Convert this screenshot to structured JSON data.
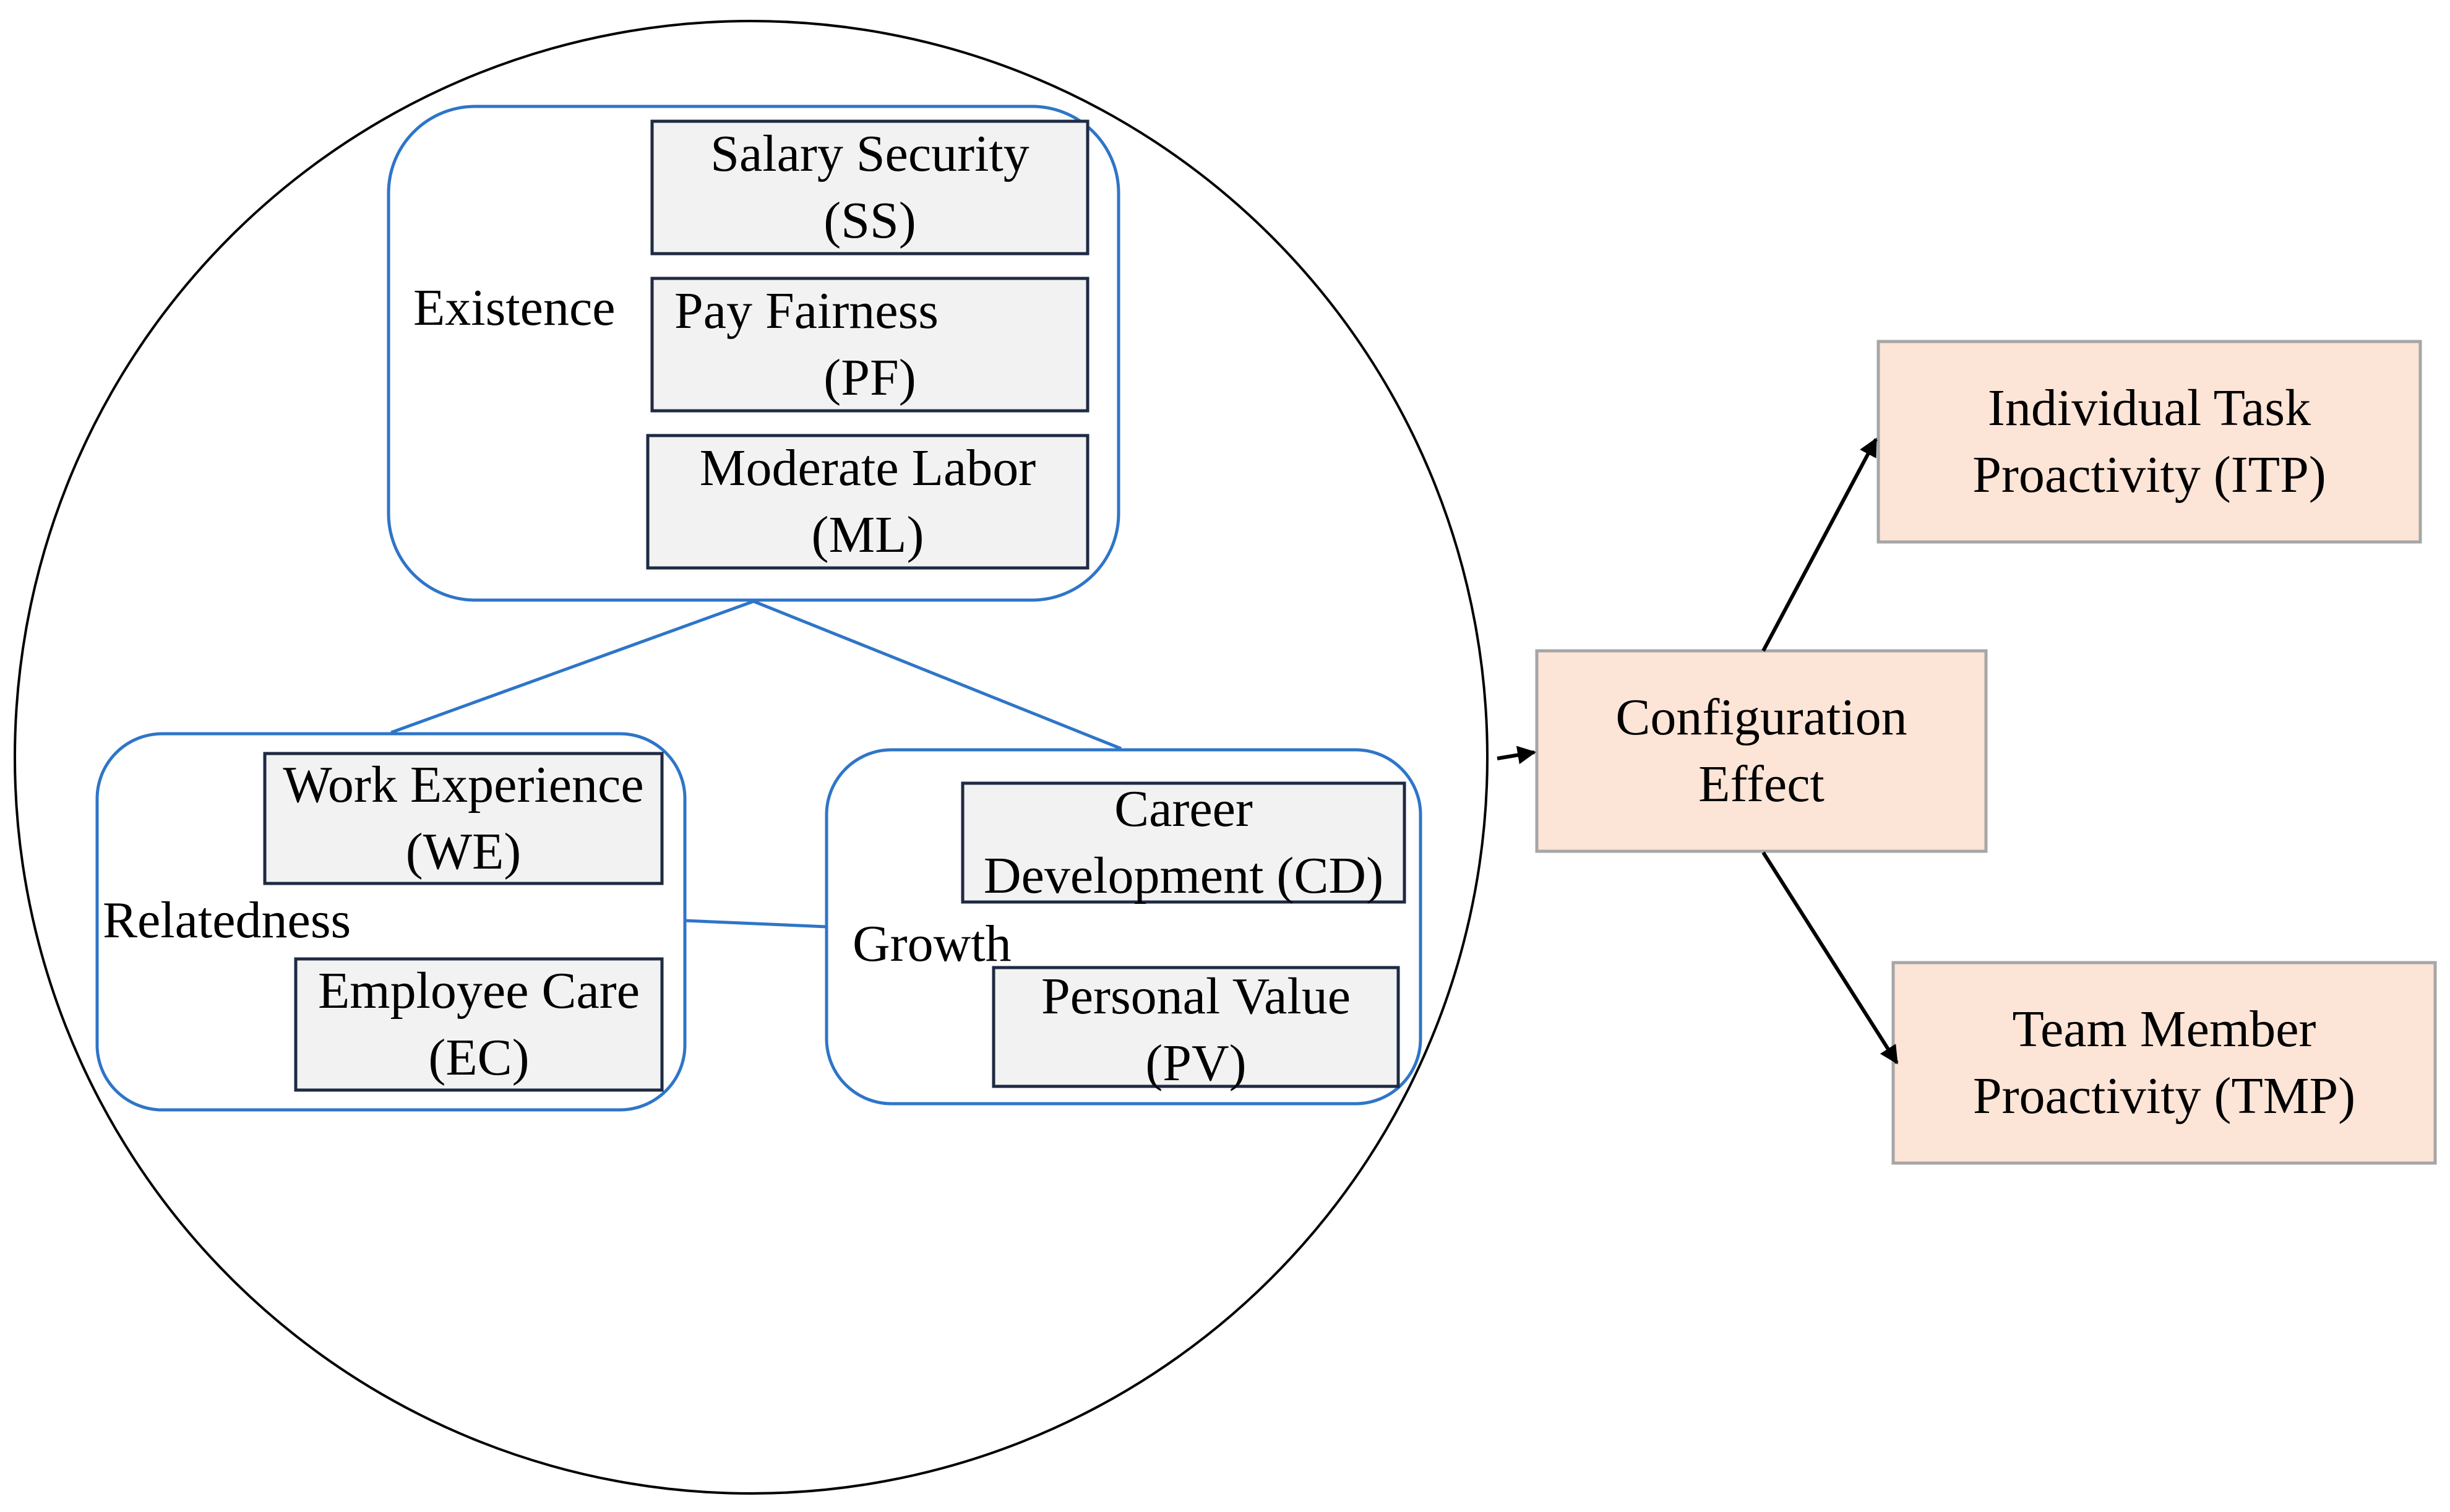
{
  "groups": {
    "existence": "Existence",
    "relatedness": "Relatedness",
    "growth": "Growth"
  },
  "factors": {
    "ss": {
      "line1": "Salary Security",
      "line2": "(SS)"
    },
    "pf": {
      "line1": "Pay Fairness",
      "line2": "(PF)"
    },
    "ml": {
      "line1": "Moderate Labor",
      "line2": "(ML)"
    },
    "we": {
      "line1": "Work Experience",
      "line2": "(WE)"
    },
    "ec": {
      "line1": "Employee Care",
      "line2": "(EC)"
    },
    "cd": {
      "line1": "Career",
      "line2": "Development (CD)"
    },
    "pv": {
      "line1": "Personal Value",
      "line2": "(PV)"
    }
  },
  "outcomes": {
    "config": {
      "line1": "Configuration",
      "line2": "Effect"
    },
    "itp": {
      "line1": "Individual Task",
      "line2": "Proactivity  (ITP)"
    },
    "tmp": {
      "line1": "Team Member",
      "line2": "Proactivity (TMP)"
    }
  },
  "colors": {
    "group_border": "#2E75C8",
    "factor_fill": "#F2F2F2",
    "factor_border": "#1F2A44",
    "outcome_fill": "#FCE4D6",
    "outcome_border": "#A6A6A6",
    "circle": "#000000",
    "arrow": "#000000"
  }
}
